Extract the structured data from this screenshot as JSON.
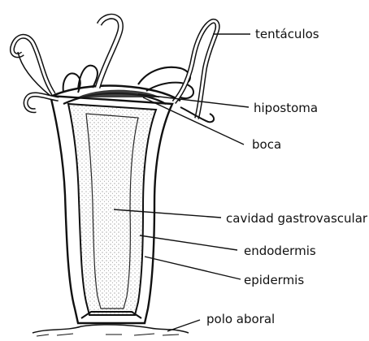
{
  "labels": {
    "tentaculos": "tentáculos",
    "hipostoma": "hipostoma",
    "boca": "boca",
    "cavidad": "cavidad gastrovascular",
    "endodermis": "endodermis",
    "epidermis": "epidermis",
    "polo_aboral": "polo aboral"
  },
  "colors": {
    "ink": "#111111",
    "stipple": "#9a9a9a",
    "background": "#ffffff"
  }
}
